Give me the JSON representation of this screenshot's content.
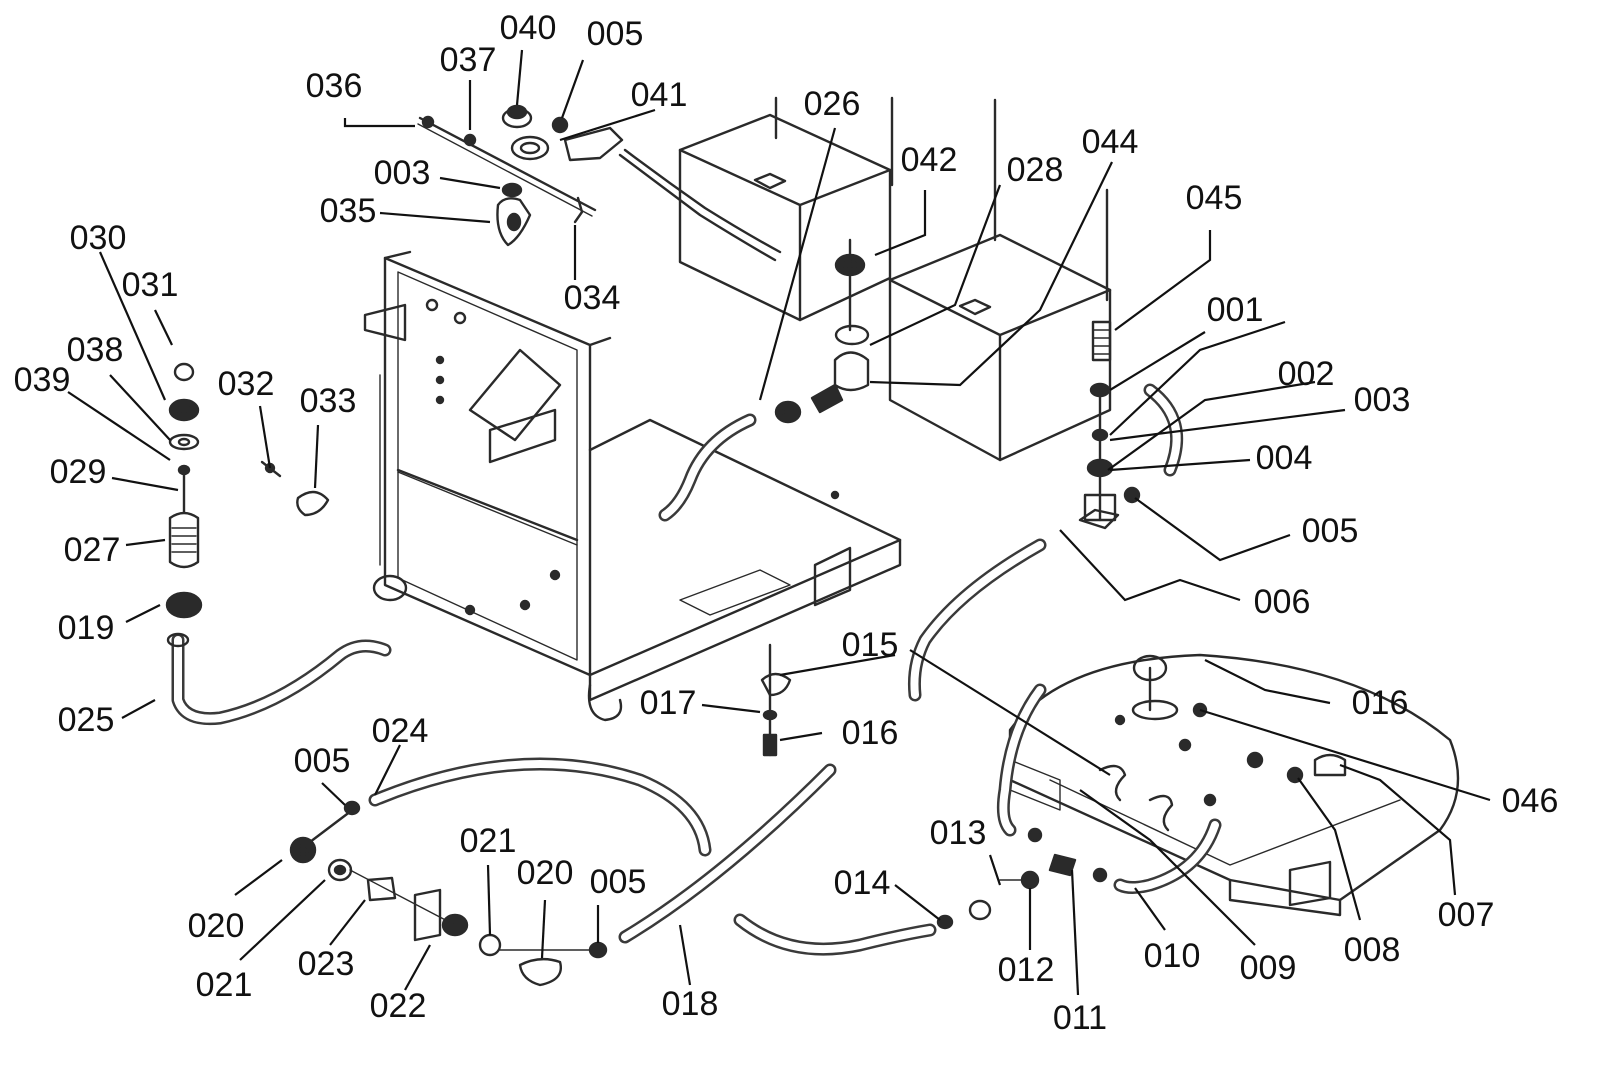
{
  "callouts": [
    {
      "id": "c040",
      "text": "040"
    },
    {
      "id": "c005a",
      "text": "005"
    },
    {
      "id": "c037",
      "text": "037"
    },
    {
      "id": "c036",
      "text": "036"
    },
    {
      "id": "c041",
      "text": "041"
    },
    {
      "id": "c026",
      "text": "026"
    },
    {
      "id": "c003a",
      "text": "003"
    },
    {
      "id": "c035",
      "text": "035"
    },
    {
      "id": "c034",
      "text": "034"
    },
    {
      "id": "c042",
      "text": "042"
    },
    {
      "id": "c028",
      "text": "028"
    },
    {
      "id": "c044",
      "text": "044"
    },
    {
      "id": "c045",
      "text": "045"
    },
    {
      "id": "c030",
      "text": "030"
    },
    {
      "id": "c031",
      "text": "031"
    },
    {
      "id": "c038",
      "text": "038"
    },
    {
      "id": "c039",
      "text": "039"
    },
    {
      "id": "c032",
      "text": "032"
    },
    {
      "id": "c033",
      "text": "033"
    },
    {
      "id": "c029",
      "text": "029"
    },
    {
      "id": "c027",
      "text": "027"
    },
    {
      "id": "c019",
      "text": "019"
    },
    {
      "id": "c025",
      "text": "025"
    },
    {
      "id": "c001",
      "text": "001"
    },
    {
      "id": "c002",
      "text": "002"
    },
    {
      "id": "c003b",
      "text": "003"
    },
    {
      "id": "c004",
      "text": "004"
    },
    {
      "id": "c005b",
      "text": "005"
    },
    {
      "id": "c006",
      "text": "006"
    },
    {
      "id": "c015",
      "text": "015"
    },
    {
      "id": "c017",
      "text": "017"
    },
    {
      "id": "c016a",
      "text": "016"
    },
    {
      "id": "c016b",
      "text": "016"
    },
    {
      "id": "c046",
      "text": "046"
    },
    {
      "id": "c024",
      "text": "024"
    },
    {
      "id": "c005c",
      "text": "005"
    },
    {
      "id": "c021a",
      "text": "021"
    },
    {
      "id": "c020a",
      "text": "020"
    },
    {
      "id": "c005d",
      "text": "005"
    },
    {
      "id": "c020b",
      "text": "020"
    },
    {
      "id": "c021b",
      "text": "021"
    },
    {
      "id": "c023",
      "text": "023"
    },
    {
      "id": "c022",
      "text": "022"
    },
    {
      "id": "c018",
      "text": "018"
    },
    {
      "id": "c013",
      "text": "013"
    },
    {
      "id": "c014",
      "text": "014"
    },
    {
      "id": "c012",
      "text": "012"
    },
    {
      "id": "c011",
      "text": "011"
    },
    {
      "id": "c010",
      "text": "010"
    },
    {
      "id": "c009",
      "text": "009"
    },
    {
      "id": "c008",
      "text": "008"
    },
    {
      "id": "c007",
      "text": "007"
    }
  ]
}
